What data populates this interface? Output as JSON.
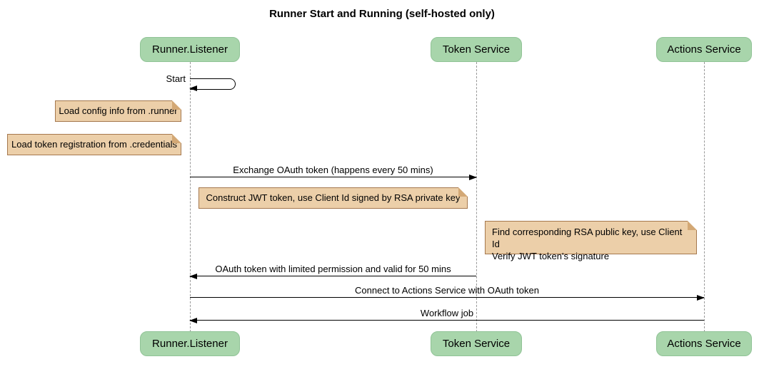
{
  "title": "Runner Start and Running (self-hosted only)",
  "actors": [
    {
      "label": "Runner.Listener"
    },
    {
      "label": "Token Service"
    },
    {
      "label": "Actions Service"
    }
  ],
  "self_message": {
    "label": "Start"
  },
  "notes": [
    {
      "text": "Load config info from .runner"
    },
    {
      "text": "Load token registration from .credentials"
    },
    {
      "text": "Construct JWT token, use Client Id signed by RSA private key"
    },
    {
      "line1": "Find corresponding RSA public key, use Client Id",
      "line2": "Verify JWT token's signature"
    }
  ],
  "messages": [
    {
      "label": "Exchange OAuth token (happens every 50 mins)",
      "from": "Runner.Listener",
      "to": "Token Service",
      "direction": "right"
    },
    {
      "label": "OAuth token with limited permission and valid for 50 mins",
      "from": "Token Service",
      "to": "Runner.Listener",
      "direction": "left"
    },
    {
      "label": "Connect to Actions Service with OAuth token",
      "from": "Runner.Listener",
      "to": "Actions Service",
      "direction": "right"
    },
    {
      "label": "Workflow job",
      "from": "Actions Service",
      "to": "Runner.Listener",
      "direction": "left"
    }
  ],
  "colors": {
    "actor_fill": "#a8d5ab",
    "actor_border": "#90c396",
    "note_fill": "#eccfa9",
    "note_border": "#a5784e",
    "lifeline": "#999999",
    "line": "#000000",
    "background": "#ffffff"
  }
}
